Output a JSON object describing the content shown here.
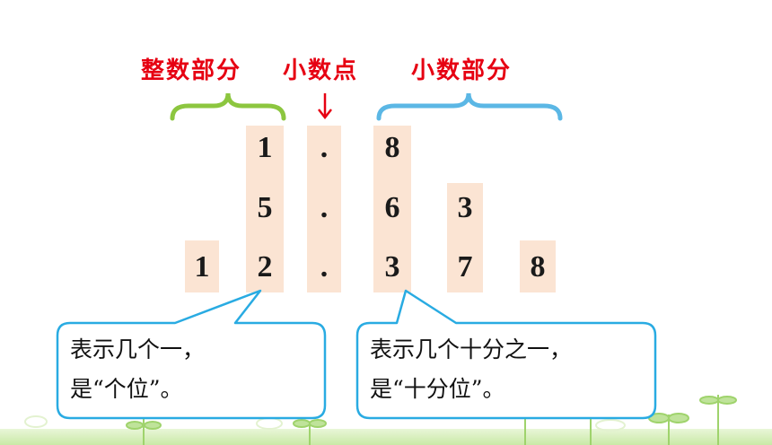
{
  "labels": {
    "integer_part": "整数部分",
    "decimal_point": "小数点",
    "decimal_part": "小数部分"
  },
  "rows": [
    {
      "tens": "",
      "ones": "1",
      "point": ".",
      "tenths": "8",
      "hundredths": "",
      "thousandths": ""
    },
    {
      "tens": "",
      "ones": "5",
      "point": ".",
      "tenths": "6",
      "hundredths": "3",
      "thousandths": ""
    },
    {
      "tens": "1",
      "ones": "2",
      "point": ".",
      "tenths": "3",
      "hundredths": "7",
      "thousandths": "8"
    }
  ],
  "bubbles": {
    "ones": {
      "line1": "表示几个一，",
      "line2": "是“个位”。"
    },
    "tenths": {
      "line1": "表示几个十分之一，",
      "line2": "是“十分位”。"
    }
  },
  "colors": {
    "label_red": "#e60012",
    "bracket_green": "#8cc63f",
    "bracket_blue": "#5bb7e5",
    "column_bg": "#fbe4d3",
    "bubble_border": "#29abe2"
  }
}
